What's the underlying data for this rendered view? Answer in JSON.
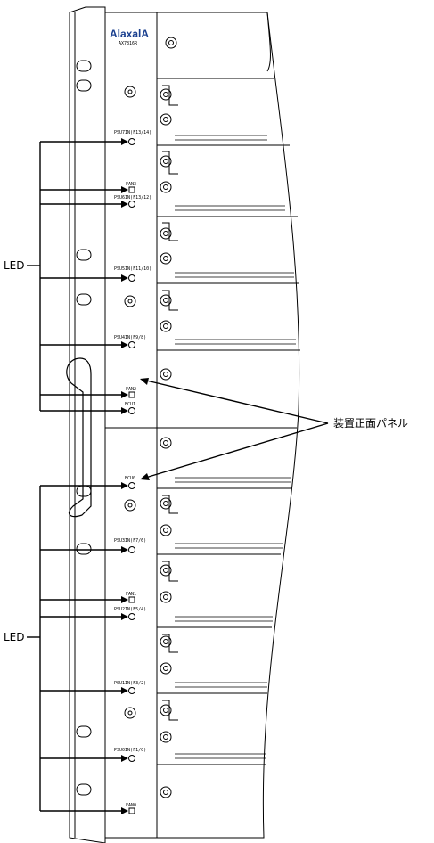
{
  "brand": {
    "name": "AlaxalA",
    "model": "AX7816R"
  },
  "callouts": {
    "led_upper": "LED",
    "led_lower": "LED",
    "front_panel": "装置正面パネル"
  },
  "leds": [
    {
      "id": "psu7",
      "label": "PSU7IN(F13/14)",
      "shape": "circle"
    },
    {
      "id": "fan3",
      "label": "FAN3",
      "shape": "square"
    },
    {
      "id": "psu6",
      "label": "PSU6IN(F13/12)",
      "shape": "circle"
    },
    {
      "id": "psu5",
      "label": "PSU5IN(F11/10)",
      "shape": "circle"
    },
    {
      "id": "psu4",
      "label": "PSU4IN(F9/8)",
      "shape": "circle"
    },
    {
      "id": "fan2",
      "label": "FAN2",
      "shape": "square"
    },
    {
      "id": "bcu1",
      "label": "BCU1",
      "shape": "circle"
    },
    {
      "id": "bcu0",
      "label": "BCU0",
      "shape": "circle"
    },
    {
      "id": "psu3",
      "label": "PSU3IN(F7/6)",
      "shape": "circle"
    },
    {
      "id": "fan1",
      "label": "FAN1",
      "shape": "square"
    },
    {
      "id": "psu2",
      "label": "PSU2IN(F5/4)",
      "shape": "circle"
    },
    {
      "id": "psu1",
      "label": "PSU1IN(F3/2)",
      "shape": "circle"
    },
    {
      "id": "psu0",
      "label": "PSU0IN(F1/0)",
      "shape": "circle"
    },
    {
      "id": "fan0",
      "label": "FAN0",
      "shape": "square"
    }
  ]
}
